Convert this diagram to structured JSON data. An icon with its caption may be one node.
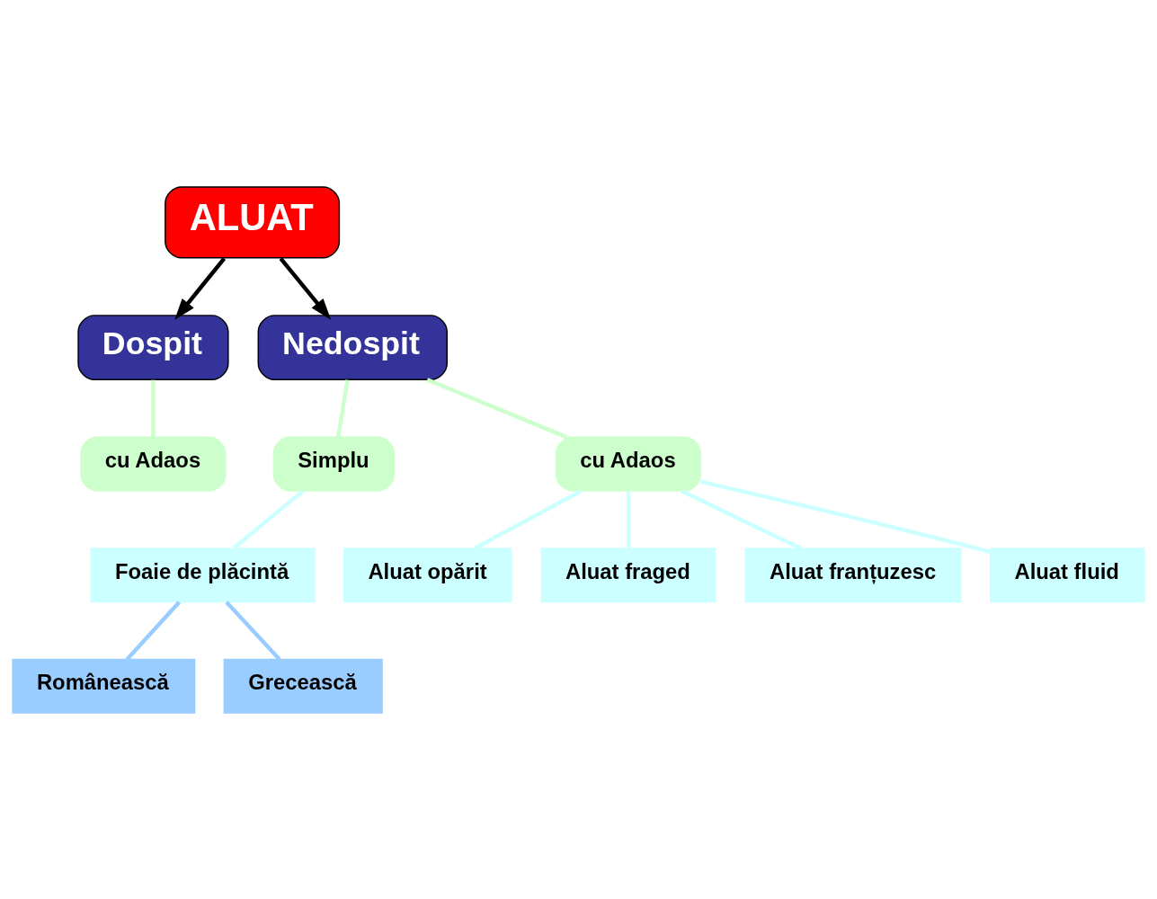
{
  "diagram": {
    "nodes": [
      {
        "text": [
          "ALUAT"
        ]
      },
      {
        "text": [
          "Dospit"
        ]
      },
      {
        "text": [
          "Nedospit"
        ]
      },
      {
        "text": [
          "cu Adaos"
        ]
      },
      {
        "text": [
          "Simplu"
        ]
      },
      {
        "text": [
          "cu Adaos"
        ]
      },
      {
        "text": [
          "Foaie de plăcintă"
        ]
      },
      {
        "text": [
          "Aluat opărit"
        ]
      },
      {
        "text": [
          "Aluat fraged"
        ]
      },
      {
        "text": [
          "Aluat franțuzesc"
        ]
      },
      {
        "text": [
          "Aluat fluid"
        ]
      },
      {
        "text": [
          "Românească"
        ]
      },
      {
        "text": [
          "Grecească"
        ]
      }
    ],
    "edges": [
      {
        "from": 0,
        "to": 1,
        "arrow": "to",
        "color": "#000000"
      },
      {
        "from": 0,
        "to": 2,
        "arrow": "to",
        "color": "#000000"
      },
      {
        "from": 1,
        "to": 3,
        "arrow": "none",
        "color": "#ccffcc"
      },
      {
        "from": 2,
        "to": 4,
        "arrow": "none",
        "color": "#ccffcc"
      },
      {
        "from": 2,
        "to": 5,
        "arrow": "none",
        "color": "#ccffcc"
      },
      {
        "from": 4,
        "to": 6,
        "arrow": "none",
        "color": "#ccffff"
      },
      {
        "from": 5,
        "to": 7,
        "arrow": "none",
        "color": "#ccffff"
      },
      {
        "from": 5,
        "to": 8,
        "arrow": "none",
        "color": "#ccffff"
      },
      {
        "from": 5,
        "to": 9,
        "arrow": "none",
        "color": "#ccffff"
      },
      {
        "from": 5,
        "to": 10,
        "arrow": "none",
        "color": "#ccffff"
      },
      {
        "from": 6,
        "to": 11,
        "arrow": "none",
        "color": "#99ccff"
      },
      {
        "from": 6,
        "to": 12,
        "arrow": "none",
        "color": "#99ccff"
      }
    ]
  }
}
